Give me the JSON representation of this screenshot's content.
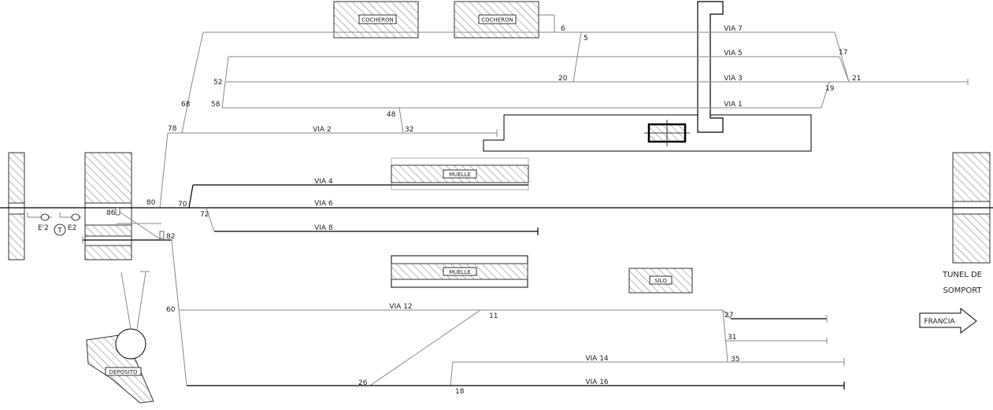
{
  "buildings": {
    "cocheron_1": "COCHERON",
    "cocheron_2": "COCHERON",
    "muelle_1": "MUELLE",
    "muelle_2": "MUELLE",
    "silo": "SILO",
    "deposito": "DEPOSITO"
  },
  "tracks": {
    "via_7": "VIA 7",
    "via_5": "VIA 5",
    "via_3": "VIA 3",
    "via_1": "VIA 1",
    "via_2": "VIA 2",
    "via_4": "VIA 4",
    "via_6": "VIA 6",
    "via_8": "VIA 8",
    "via_12": "VIA 12",
    "via_14": "VIA 14",
    "via_16": "VIA 16"
  },
  "switches": {
    "s6": "6",
    "s5": "5",
    "s17": "17",
    "s21": "21",
    "s20": "20",
    "s52": "52",
    "s58": "58",
    "s19": "19",
    "s68": "68",
    "s48": "48",
    "s32": "32",
    "s78": "78",
    "s80": "80",
    "s70": "70",
    "s72": "72",
    "s86": "86",
    "s82": "82",
    "s60": "60",
    "s11": "11",
    "s27": "27",
    "s31": "31",
    "s35": "35",
    "s26": "26",
    "s18": "18"
  },
  "signals": {
    "e2_prime": "E'2",
    "e2": "E2",
    "t": "T"
  },
  "tunnel": {
    "line1": "TUNEL DE",
    "line2": "SOMPORT"
  },
  "direction": {
    "label": "FRANCIA"
  }
}
